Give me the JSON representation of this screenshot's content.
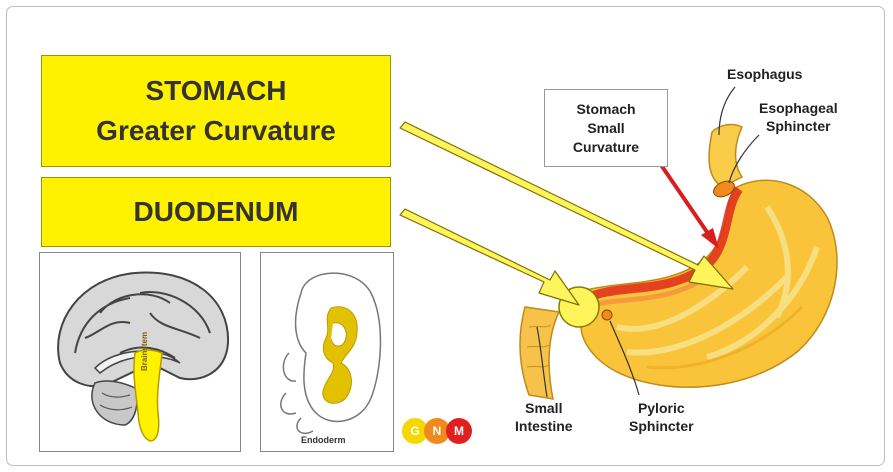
{
  "boxes": {
    "stomach_line1": "STOMACH",
    "stomach_line2": "Greater Curvature",
    "duodenum": "DUODENUM"
  },
  "labels": {
    "small_curvature": [
      "Stomach",
      "Small",
      "Curvature"
    ],
    "esophagus": "Esophagus",
    "esophageal_sphincter": [
      "Esophageal",
      "Sphincter"
    ],
    "small_intestine": [
      "Small",
      "Intestine"
    ],
    "pyloric_sphincter": [
      "Pyloric",
      "Sphincter"
    ]
  },
  "captions": {
    "brainstem": "Brainstem",
    "endoderm": "Endoderm"
  },
  "logo": {
    "letters": [
      "G",
      "N",
      "M"
    ],
    "colors": [
      "#f5d800",
      "#f08a1c",
      "#e02020"
    ]
  },
  "colors": {
    "box_yellow": "#fff200",
    "arrow_yellow": "#fff45a",
    "stomach_fill": "#f9c43a",
    "curvature_red": "#d81e1e"
  }
}
